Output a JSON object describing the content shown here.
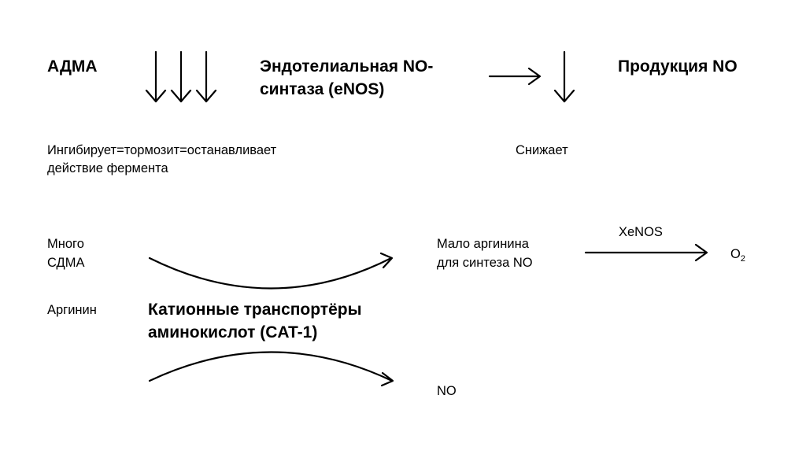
{
  "top": {
    "adma": "АДМА",
    "enos_line1": "Эндотелиальная NO-",
    "enos_line2": "синтаза (eNOS)",
    "production": "Продукция NO"
  },
  "notes": {
    "inhibit_line1": "Ингибирует=тормозит=останавливает",
    "inhibit_line2": "действие фермента",
    "decreases": "Снижает"
  },
  "lower": {
    "many_line1": "Много",
    "many_line2": "СДМА",
    "little_line1": "Мало аргинина",
    "little_line2": "для синтеза NO",
    "xenos": "XeNOS",
    "o2_base": "O",
    "o2_sub": "2",
    "arginine": "Аргинин",
    "cat_line1": "Катионные транспортёры",
    "cat_line2": "аминокислот (CAT-1)",
    "no": "NO"
  }
}
